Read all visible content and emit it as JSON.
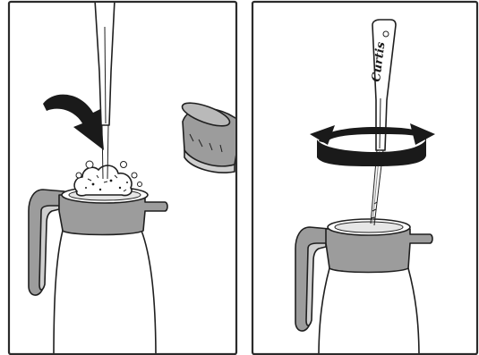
{
  "panels": [
    {
      "id": "step-insert-brush",
      "icons": [
        "brush-icon",
        "downward-arrow-icon",
        "foam-icon",
        "carafe-icon",
        "lid-icon"
      ]
    },
    {
      "id": "step-rotate-brush",
      "icons": [
        "brush-icon",
        "rotation-arrow-icon",
        "carafe-icon"
      ]
    }
  ],
  "brush_logo": "Curtis",
  "colors": {
    "outline": "#1f1f1f",
    "carafe_grey": "#9c9c9c",
    "background": "#ffffff"
  }
}
